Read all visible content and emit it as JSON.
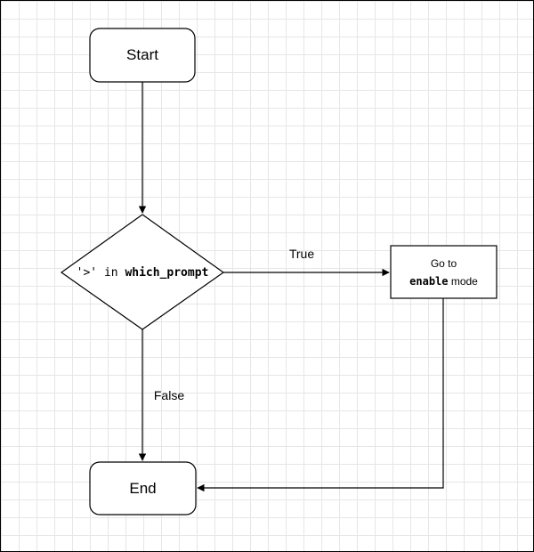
{
  "nodes": {
    "start": {
      "label": "Start"
    },
    "decision": {
      "prefix": "'>' in ",
      "variable": "which_prompt"
    },
    "process": {
      "line1": "Go to",
      "code": "enable",
      "suffix": " mode"
    },
    "end": {
      "label": "End"
    }
  },
  "edges": {
    "true_label": "True",
    "false_label": "False"
  },
  "colors": {
    "stroke": "#000000",
    "fill": "#ffffff",
    "grid": "#e6e6e6"
  }
}
